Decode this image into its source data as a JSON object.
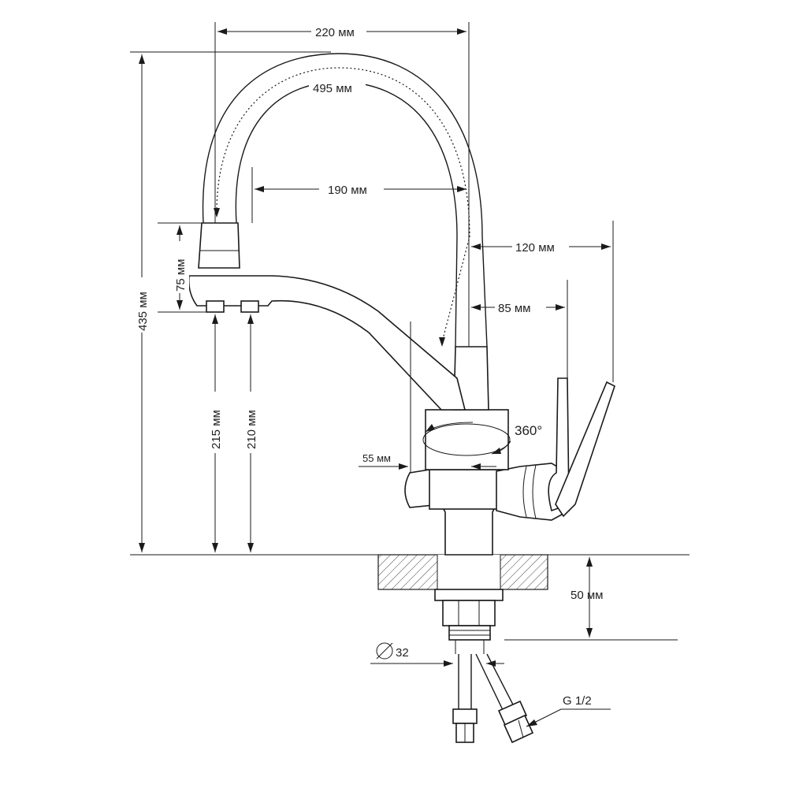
{
  "dimensions": {
    "spout_reach": "220 мм",
    "hose_length": "495 мм",
    "filter_reach": "190 мм",
    "lever_reach": "120 мм",
    "filter_lever_reach": "85 мм",
    "total_height": "435 мм",
    "outlet_height": "75 мм",
    "spout_clearance": "215 мм",
    "filter_clearance": "210 мм",
    "offset": "55 мм",
    "rotation": "360°",
    "countertop_thickness": "50 мм",
    "mount_diameter": "32",
    "thread_size": "G 1/2"
  },
  "colors": {
    "line": "#1a1a1a",
    "background": "#ffffff"
  }
}
